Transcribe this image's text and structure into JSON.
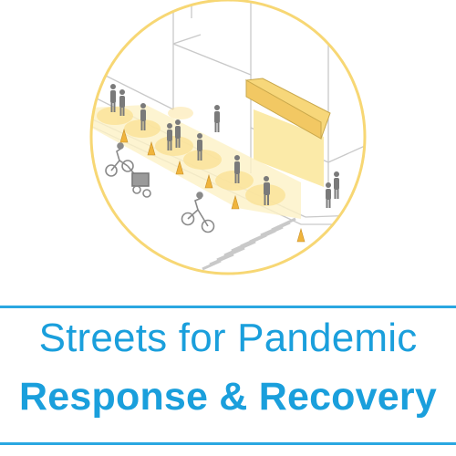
{
  "illustration": {
    "icon": "streetscape-illustration",
    "ring_color": "#f7d774",
    "highlight_color": "#fbe9a7"
  },
  "title": {
    "line1": "Streets for Pandemic",
    "line2": "Response & Recovery",
    "color": "#1a9fdc"
  },
  "rule_color": "#2aa7e1"
}
